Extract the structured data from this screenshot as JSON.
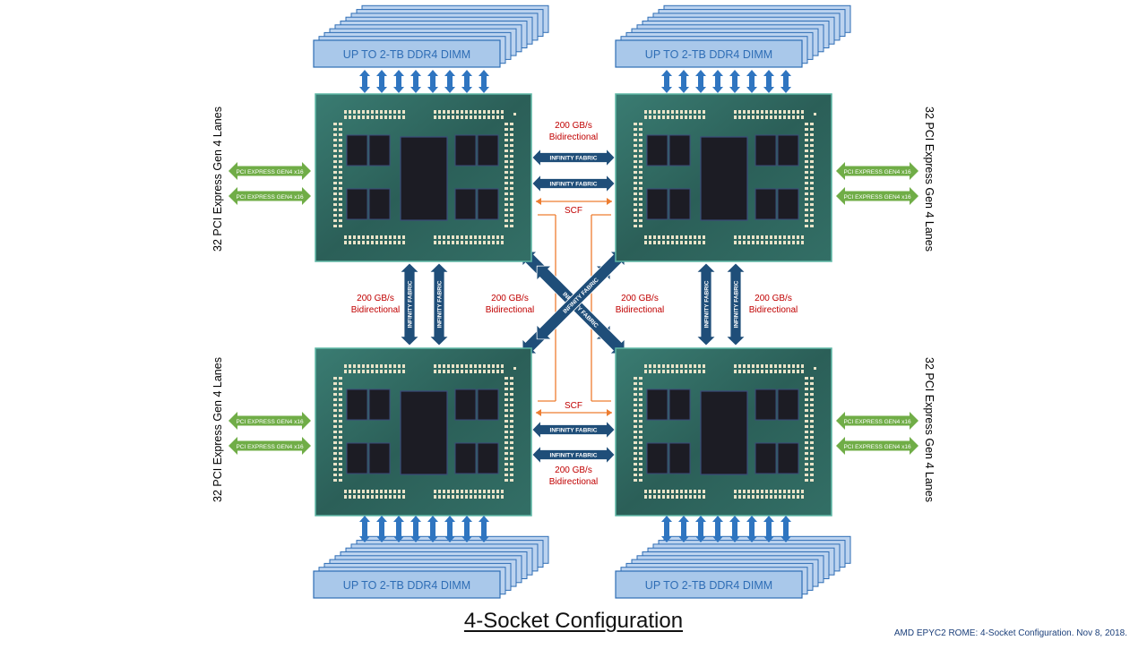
{
  "title": "4-Socket Configuration",
  "footnote": "AMD EPYC2 ROME: 4-Socket Configuration. Nov 8, 2018.",
  "dimm_label": "UP TO 2-TB DDR4 DIMM",
  "pcie_side_label": "32  PCI Express Gen 4 Lanes",
  "pcie_side_label_right": "32 PCI Express Gen 4 Lanes",
  "pcie_arrow_label": "PCI EXPRESS GEN4 x16",
  "fabric_label": "INFINITY FABRIC",
  "bandwidth_label": "200 GB/s",
  "bandwidth_sub": "Bidirectional",
  "scf_label": "SCF",
  "colors": {
    "package": "#2f6b63",
    "package_edge": "#5fb8a6",
    "die": "#1c1c24",
    "dimm_fill": "#a9c8ea",
    "dimm_edge": "#2e6db5",
    "dimm_text": "#2e6db5",
    "mem_arrow": "#2f75c0",
    "fabric": "#1f4e79",
    "pcie": "#70ad47",
    "bandwidth_text": "#c00000",
    "scf": "#ed7d31"
  },
  "sockets": [
    {
      "id": "socket-top-left"
    },
    {
      "id": "socket-top-right"
    },
    {
      "id": "socket-bottom-left"
    },
    {
      "id": "socket-bottom-right"
    }
  ]
}
